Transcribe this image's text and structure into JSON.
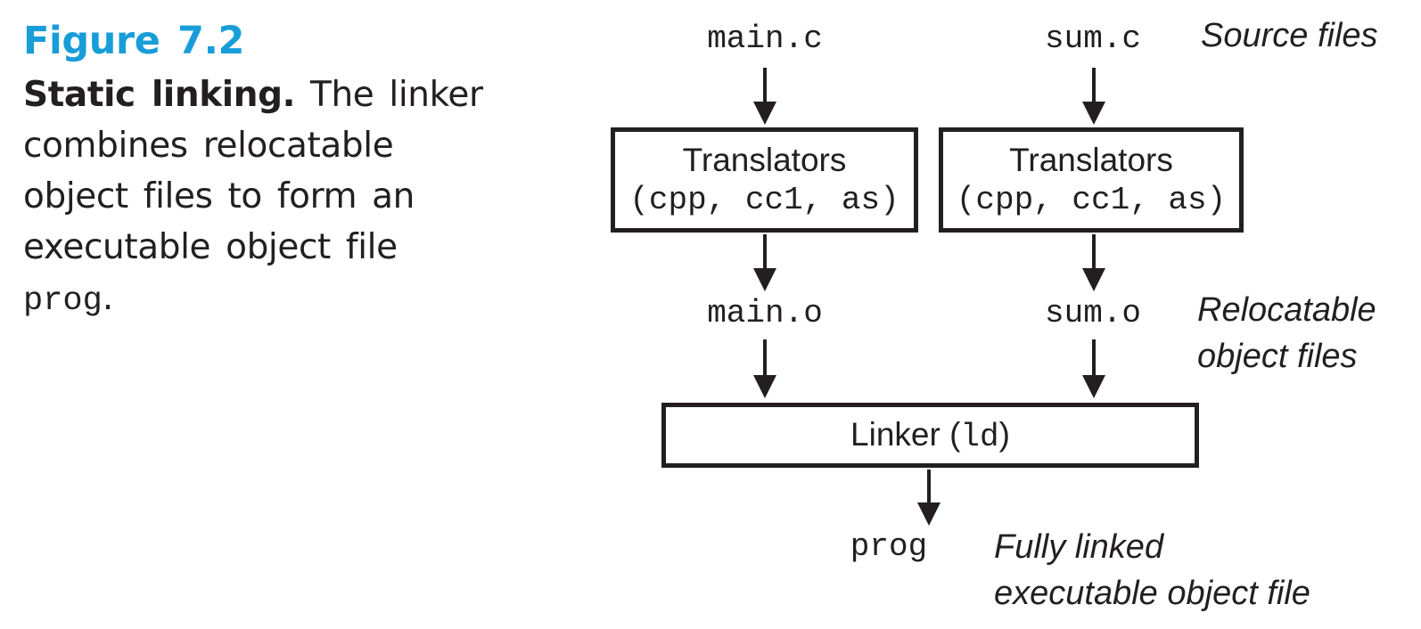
{
  "colors": {
    "accent": "#189dd9",
    "ink": "#231f20"
  },
  "caption": {
    "figure_label": "Figure 7.2",
    "lead": "Static linking.",
    "line1_rest": " The linker",
    "line2": "combines relocatable",
    "line3": "object files to form an",
    "line4": "executable object file",
    "code": "prog",
    "period": "."
  },
  "diagram": {
    "source_file_left": "main.c",
    "source_file_right": "sum.c",
    "source_files_annotation": "Source files",
    "translators": {
      "title": "Translators",
      "tools": "(cpp, cc1, as)"
    },
    "object_file_left": "main.o",
    "object_file_right": "sum.o",
    "relocatable_annotation_line1": "Relocatable",
    "relocatable_annotation_line2": "object files",
    "linker": {
      "label_prefix": "Linker (",
      "command": "ld",
      "label_suffix": ")"
    },
    "output_file": "prog",
    "output_annotation_line1": "Fully linked",
    "output_annotation_line2": "executable object file"
  }
}
